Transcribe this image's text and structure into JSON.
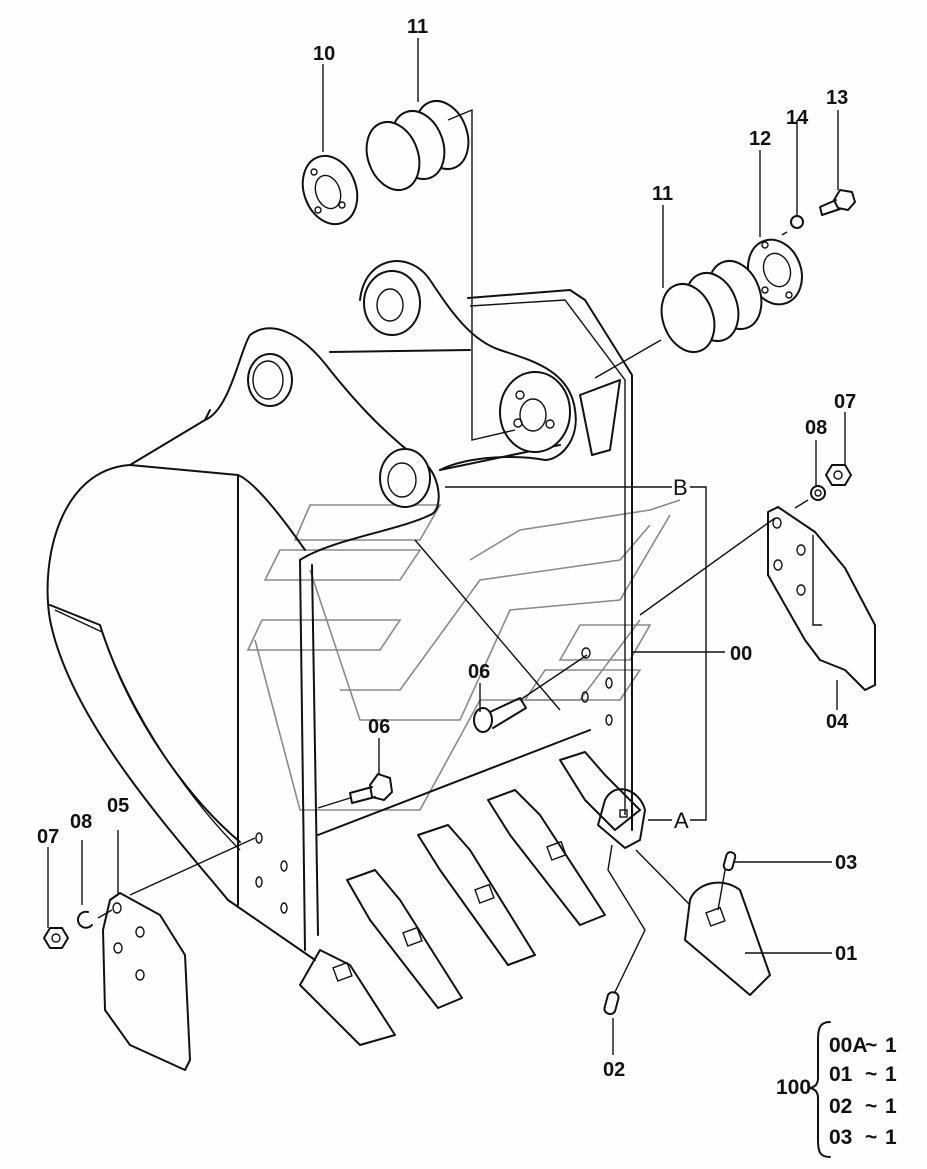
{
  "diagram": {
    "title": "Excavator bucket assembly — exploded parts view",
    "parts": [
      {
        "ref": "00",
        "name": "bucket"
      },
      {
        "ref": "01",
        "name": "tooth-point"
      },
      {
        "ref": "02",
        "name": "lock-pin"
      },
      {
        "ref": "03",
        "name": "lock-rubber"
      },
      {
        "ref": "04",
        "name": "side-cutter-right"
      },
      {
        "ref": "05",
        "name": "side-cutter-left"
      },
      {
        "ref": "06",
        "name": "bolt"
      },
      {
        "ref": "07",
        "name": "nut"
      },
      {
        "ref": "08",
        "name": "washer"
      },
      {
        "ref": "10",
        "name": "plate"
      },
      {
        "ref": "11",
        "name": "shim"
      },
      {
        "ref": "12",
        "name": "plate"
      },
      {
        "ref": "13",
        "name": "bolt"
      },
      {
        "ref": "14",
        "name": "washer"
      }
    ],
    "labels": {
      "l10": "10",
      "l11a": "11",
      "l11b": "11",
      "l12": "12",
      "l13": "13",
      "l14": "14",
      "l08r": "08",
      "l07r": "07",
      "l00": "00",
      "l04": "04",
      "l06a": "06",
      "l06b": "06",
      "l07l": "07",
      "l08l": "08",
      "l05": "05",
      "l03": "03",
      "l01": "01",
      "l02": "02"
    },
    "callouts": {
      "a": "A",
      "b": "B"
    },
    "assembly": {
      "ref": "100",
      "items": [
        {
          "part": "00A",
          "sep": "~",
          "qty": "1"
        },
        {
          "part": "01",
          "sep": "~",
          "qty": "1"
        },
        {
          "part": "02",
          "sep": "~",
          "qty": "1"
        },
        {
          "part": "03",
          "sep": "~",
          "qty": "1"
        }
      ]
    },
    "colors": {
      "line": "#111111",
      "watermark": "#8a8a8a",
      "background": "#fdfefd"
    }
  }
}
